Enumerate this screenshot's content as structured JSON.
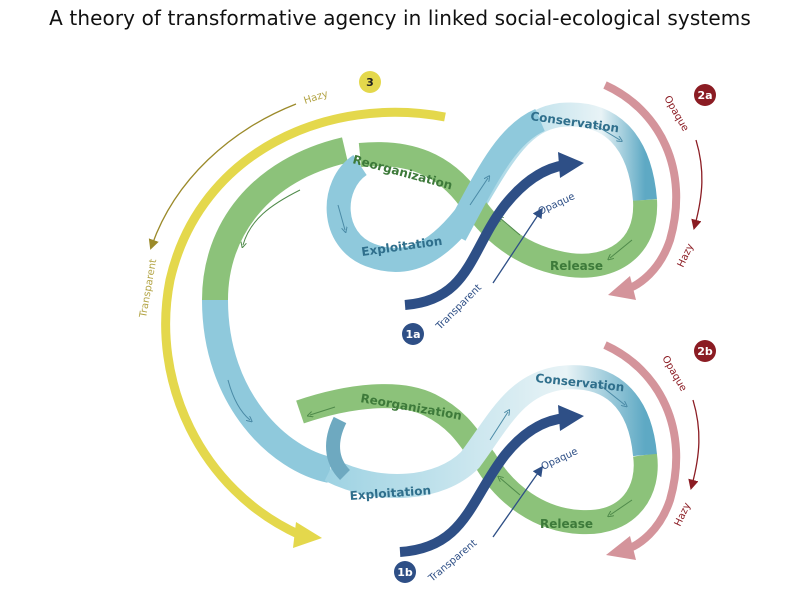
{
  "title": "A theory of transformative agency in linked social-ecological systems",
  "colors": {
    "yellow": "#e4d84c",
    "yellow_dark": "#9b8a2a",
    "green": "#8cc27a",
    "green_dark": "#3d7a3a",
    "blue": "#8fc9dc",
    "blue_dark": "#2f6f8c",
    "navy": "#2e4f86",
    "pink": "#d4949b",
    "maroon": "#8b1c23"
  },
  "badges": {
    "b3": "3",
    "b2a": "2a",
    "b2b": "2b",
    "b1a": "1a",
    "b1b": "1b"
  },
  "loop_top": {
    "reorganization": "Reorganization",
    "conservation": "Conservation",
    "exploitation": "Exploitation",
    "release": "Release",
    "opaque": "Opaque",
    "transparent": "Transparent"
  },
  "loop_bottom": {
    "reorganization": "Reorganization",
    "conservation": "Conservation",
    "exploitation": "Exploitation",
    "release": "Release",
    "opaque": "Opaque",
    "transparent": "Transparent"
  },
  "arc3": {
    "start": "Hazy",
    "end": "Transparent"
  },
  "arc2a": {
    "start": "Opaque",
    "end": "Hazy"
  },
  "arc2b": {
    "start": "Opaque",
    "end": "Hazy"
  }
}
